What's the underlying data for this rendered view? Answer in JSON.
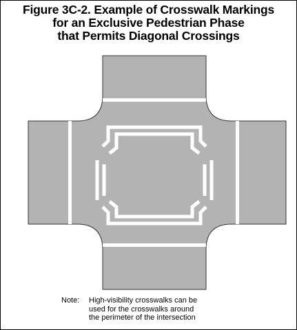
{
  "figure": {
    "title_lines": [
      "Figure 3C-2.  Example of Crosswalk Markings",
      "for an Exclusive Pedestrian Phase",
      "that Permits Diagonal Crossings"
    ]
  },
  "note": {
    "label": "Note:",
    "lines": [
      "High-visibility crosswalks can be",
      "used for the crosswalks around",
      "the perimeter of the intersection"
    ]
  },
  "colors": {
    "pavement": "#b3b3b3",
    "outline": "#333333",
    "markings": "#ffffff",
    "border": "#000000"
  }
}
